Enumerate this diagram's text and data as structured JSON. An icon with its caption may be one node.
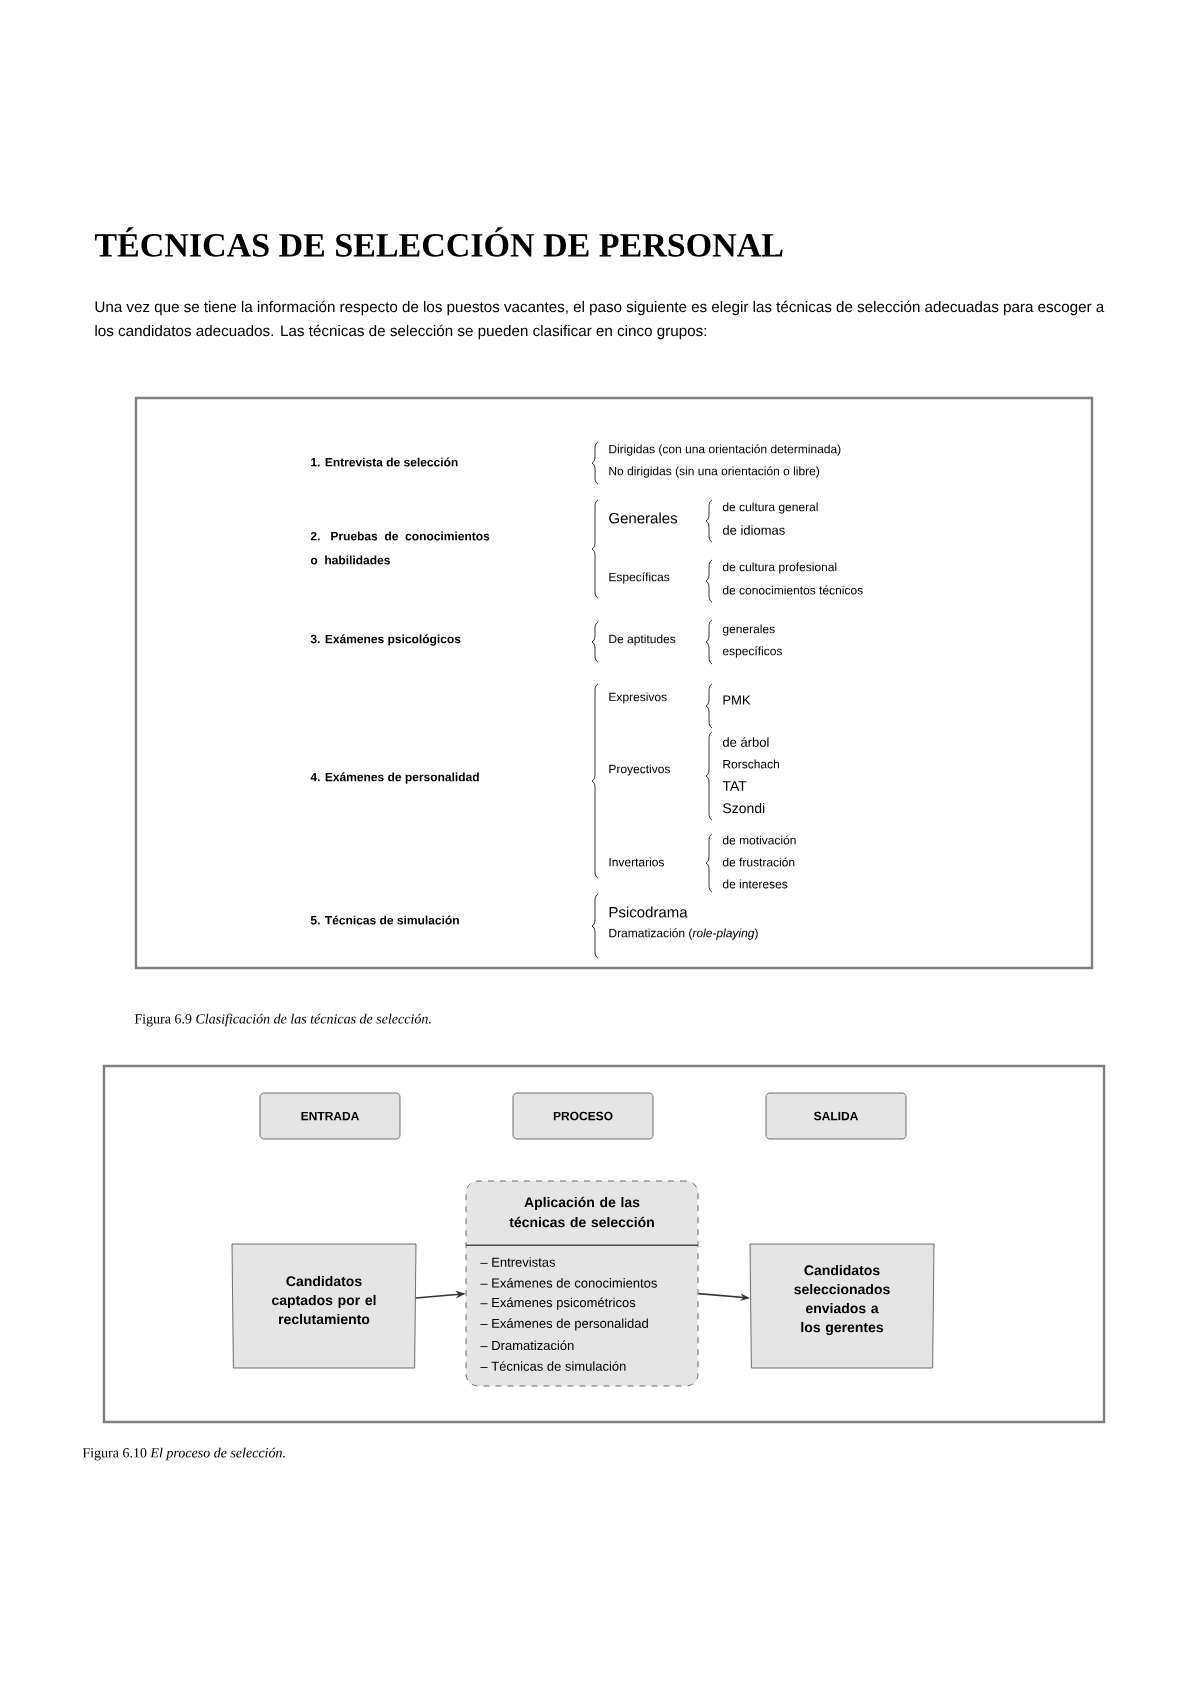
{
  "diagram": {
    "title": "TÉCNICAS DE SELECCIÓN DE PERSONAL",
    "caption": "Figura 6.10 *El proceso de selección.*",
    "nodes": [
      {
        "text": [
          "ENTRADA"
        ]
      },
      {
        "text": [
          "PROCESO"
        ]
      },
      {
        "text": [
          "SALIDA"
        ]
      },
      {
        "text": [
          "Candidatos captados por el reclutamiento"
        ]
      },
      {
        "text": [
          "Aplicación de las técnicas de selección",
          "– Entrevistas",
          "– Exámenes de conocimientos",
          "– Exámenes psicométricos",
          "– Exámenes de personalidad",
          "– Dramatización",
          "– Técnicas de simulación"
        ]
      },
      {
        "text": [
          "Candidatos seleccionados enviados a los gerentes"
        ]
      }
    ],
    "edges": [
      {
        "from": 3,
        "to": 4,
        "arrow": "to"
      },
      {
        "from": 4,
        "to": 5,
        "arrow": "to"
      }
    ],
    "labels": [
      "Una vez que se tiene la información respecto de los puestos vacantes, el paso siguiente es elegir las técnicas de selección adecuadas para escoger a los candidatos adecuados. Las técnicas de selección se pueden clasificar en cinco grupos:",
      "1. Entrevista de selección",
      "Dirigidas (con una orientación determinada)",
      "No dirigidas (sin una orientación o libre)",
      "2. Pruebas de conocimientos o habilidades",
      "Generales",
      "de cultura general",
      "de idiomas",
      "Específicas",
      "de cultura profesional",
      "de conocimientos técnicos",
      "3. Exámenes psicológicos",
      "De aptitudes",
      "generales",
      "específicos",
      "4. Exámenes de personalidad",
      "Expresivos",
      "PMK",
      "Proyectivos",
      "de árbol",
      "Rorschach",
      "TAT",
      "Szondi",
      "Invertarios",
      "de motivación",
      "de frustración",
      "de intereses",
      "5. Técnicas de simulación",
      "Psicodrama",
      "Dramatización (*role-playing*)",
      "Figura 6.9 *Clasificación de las técnicas de selección.*"
    ]
  }
}
